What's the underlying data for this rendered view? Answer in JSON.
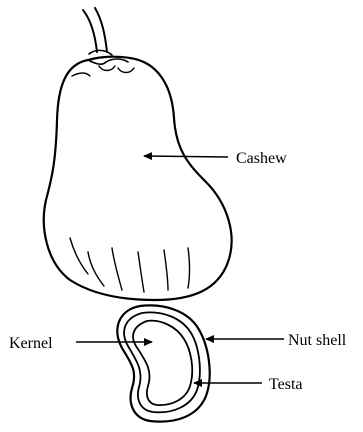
{
  "diagram": {
    "labels": {
      "cashew": "Cashew",
      "nut_shell": "Nut shell",
      "kernel": "Kernel",
      "testa": "Testa"
    }
  },
  "colors": {
    "stroke": "#000000",
    "background": "#ffffff"
  }
}
